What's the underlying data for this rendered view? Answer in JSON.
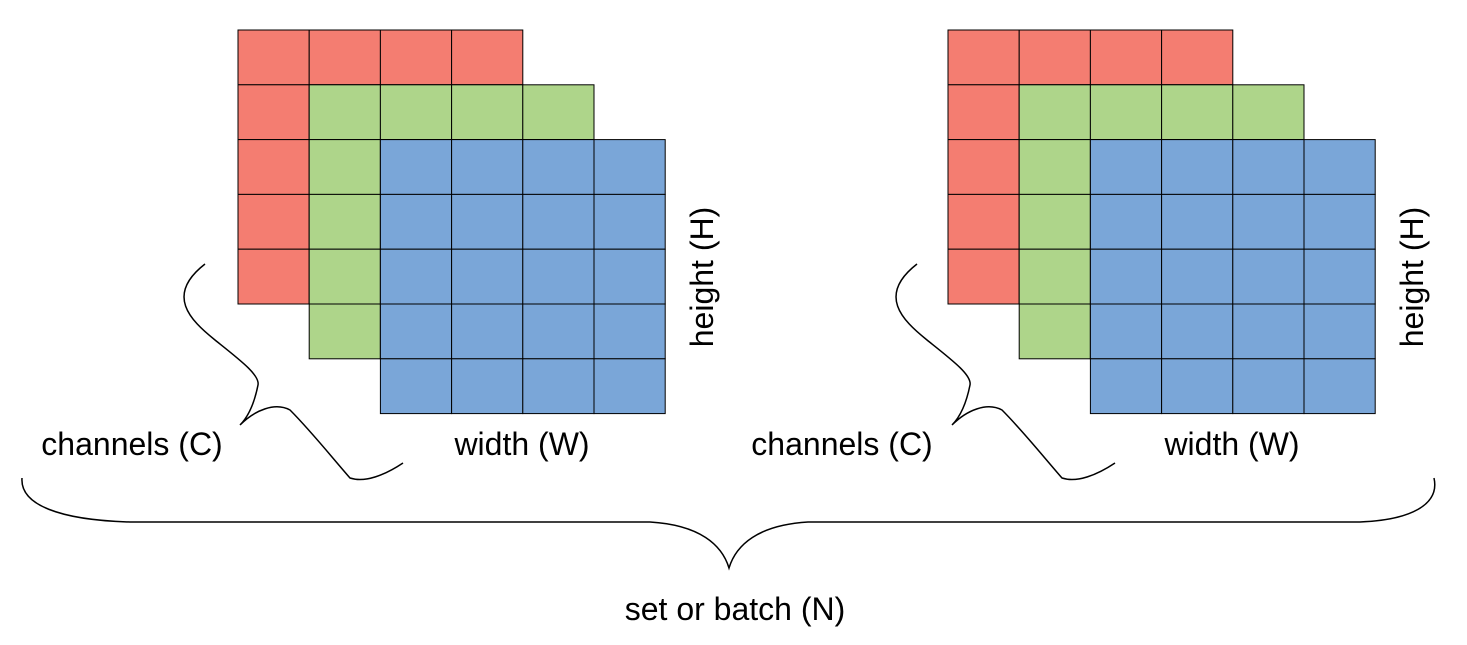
{
  "colors": {
    "channel_red": "#f47d71",
    "channel_green": "#aed58a",
    "channel_blue": "#7aa6d8",
    "stroke": "#000000"
  },
  "tensor": {
    "channel_count": 3,
    "width_cells": 4,
    "height_cells": 5
  },
  "items": [
    {
      "channels_label": "channels (C)",
      "width_label": "width (W)",
      "height_label": "height (H)"
    },
    {
      "channels_label": "channels (C)",
      "width_label": "width (W)",
      "height_label": "height (H)"
    }
  ],
  "batch_label": "set or batch (N)"
}
